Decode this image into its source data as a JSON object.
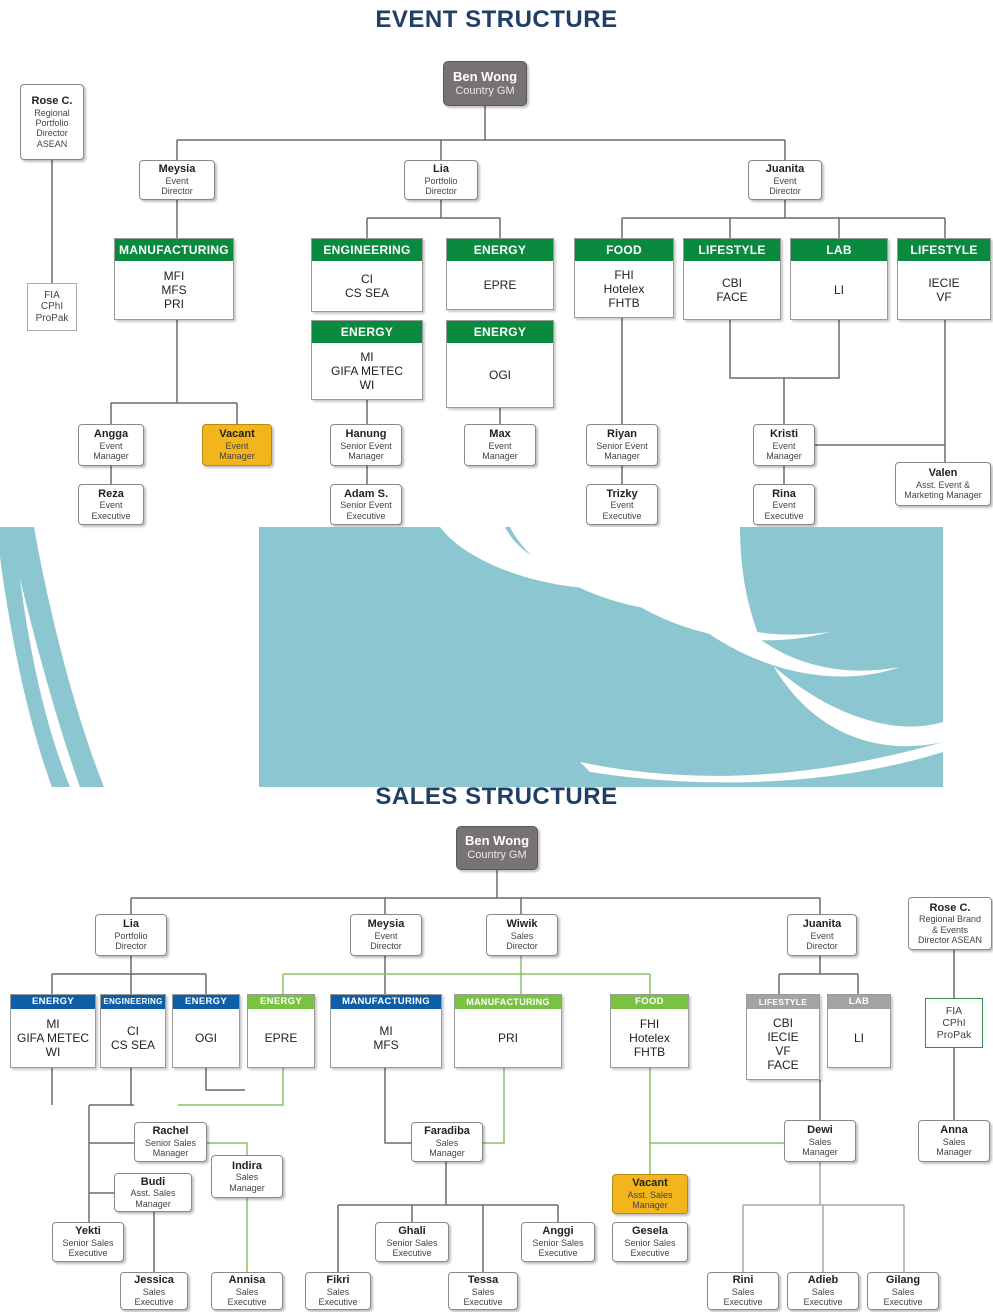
{
  "colors": {
    "green": "#0a8a3f",
    "blue": "#0c5ea8",
    "light_green": "#7cc242",
    "grey": "#a3a3a3",
    "teal": "#8cc6d0",
    "vacant": "#f2b51c",
    "gm": "#787373"
  },
  "event": {
    "title": "EVENT STRUCTURE",
    "gm": {
      "name": "Ben Wong",
      "role": "Country GM"
    },
    "rose": {
      "name": "Rose C.",
      "role": "Regional\nPortfolio\nDirector\nASEAN"
    },
    "rose_events": "FIA\nCPhI\nProPak",
    "meysia": {
      "name": "Meysia",
      "role": "Event\nDirector"
    },
    "lia": {
      "name": "Lia",
      "role": "Portfolio\nDirector"
    },
    "juanita": {
      "name": "Juanita",
      "role": "Event\nDirector"
    },
    "manufacturing": {
      "label": "MANUFACTURING",
      "events": "MFI\nMFS\nPRI"
    },
    "engineering": {
      "label": "ENGINEERING",
      "events": "CI\nCS SEA"
    },
    "energy1": {
      "label": "ENERGY",
      "events": "EPRE"
    },
    "energy2": {
      "label": "ENERGY",
      "events": "MI\nGIFA METEC\nWI"
    },
    "energy3": {
      "label": "ENERGY",
      "events": "OGI"
    },
    "food": {
      "label": "FOOD",
      "events": "FHI\nHotelex\nFHTB"
    },
    "lifestyle1": {
      "label": "LIFESTYLE",
      "events": "CBI\nFACE"
    },
    "lab": {
      "label": "LAB",
      "events": "LI"
    },
    "lifestyle2": {
      "label": "LIFESTYLE",
      "events": "IECIE\nVF"
    },
    "angga": {
      "name": "Angga",
      "role": "Event\nManager"
    },
    "vacant": {
      "name": "Vacant",
      "role": "Event\nManager"
    },
    "reza": {
      "name": "Reza",
      "role": "Event\nExecutive"
    },
    "hanung": {
      "name": "Hanung",
      "role": "Senior Event\nManager"
    },
    "adam": {
      "name": "Adam S.",
      "role": "Senior Event\nExecutive"
    },
    "max": {
      "name": "Max",
      "role": "Event\nManager"
    },
    "riyan": {
      "name": "Riyan",
      "role": "Senior Event\nManager"
    },
    "trizky": {
      "name": "Trizky",
      "role": "Event\nExecutive"
    },
    "kristi": {
      "name": "Kristi",
      "role": "Event\nManager"
    },
    "rina": {
      "name": "Rina",
      "role": "Event\nExecutive"
    },
    "valen": {
      "name": "Valen",
      "role": "Asst. Event &\nMarketing Manager"
    }
  },
  "sales": {
    "title": "SALES STRUCTURE",
    "gm": {
      "name": "Ben Wong",
      "role": "Country GM"
    },
    "lia": {
      "name": "Lia",
      "role": "Portfolio\nDirector"
    },
    "meysia": {
      "name": "Meysia",
      "role": "Event\nDirector"
    },
    "wiwik": {
      "name": "Wiwik",
      "role": "Sales\nDirector"
    },
    "juanita": {
      "name": "Juanita",
      "role": "Event\nDirector"
    },
    "rose": {
      "name": "Rose C.",
      "role": "Regional Brand\n& Events\nDirector ASEAN"
    },
    "energy1": {
      "label": "ENERGY",
      "events": "MI\nGIFA METEC\nWI"
    },
    "engineering": {
      "label": "ENGINEERING",
      "events": "CI\nCS SEA"
    },
    "energy2": {
      "label": "ENERGY",
      "events": "OGI"
    },
    "energy3": {
      "label": "ENERGY",
      "events": "EPRE"
    },
    "manufacturing1": {
      "label": "MANUFACTURING",
      "events": "MI\nMFS"
    },
    "manufacturing2": {
      "label": "MANUFACTURING",
      "events": "PRI"
    },
    "food": {
      "label": "FOOD",
      "events": "FHI\nHotelex\nFHTB"
    },
    "lifestyle": {
      "label": "LIFESTYLE",
      "events": "CBI\nIECIE\nVF\nFACE"
    },
    "lab": {
      "label": "LAB",
      "events": "LI"
    },
    "rose_events": "FIA\nCPhI\nProPak",
    "rachel": {
      "name": "Rachel",
      "role": "Senior Sales\nManager"
    },
    "budi": {
      "name": "Budi",
      "role": "Asst. Sales\nManager"
    },
    "indira": {
      "name": "Indira",
      "role": "Sales\nManager"
    },
    "yekti": {
      "name": "Yekti",
      "role": "Senior Sales\nExecutive"
    },
    "jessica": {
      "name": "Jessica",
      "role": "Sales\nExecutive"
    },
    "annisa": {
      "name": "Annisa",
      "role": "Sales\nExecutive"
    },
    "faradiba": {
      "name": "Faradiba",
      "role": "Sales\nManager"
    },
    "ghali": {
      "name": "Ghali",
      "role": "Senior Sales\nExecutive"
    },
    "anggi": {
      "name": "Anggi",
      "role": "Senior Sales\nExecutive"
    },
    "fikri": {
      "name": "Fikri",
      "role": "Sales\nExecutive"
    },
    "tessa": {
      "name": "Tessa",
      "role": "Sales\nExecutive"
    },
    "vacant": {
      "name": "Vacant",
      "role": "Asst. Sales\nManager"
    },
    "gesela": {
      "name": "Gesela",
      "role": "Senior Sales\nExecutive"
    },
    "dewi": {
      "name": "Dewi",
      "role": "Sales\nManager"
    },
    "rini": {
      "name": "Rini",
      "role": "Sales\nExecutive"
    },
    "adieb": {
      "name": "Adieb",
      "role": "Sales\nExecutive"
    },
    "gilang": {
      "name": "Gilang",
      "role": "Sales\nExecutive"
    },
    "anna": {
      "name": "Anna",
      "role": "Sales\nManager"
    }
  }
}
